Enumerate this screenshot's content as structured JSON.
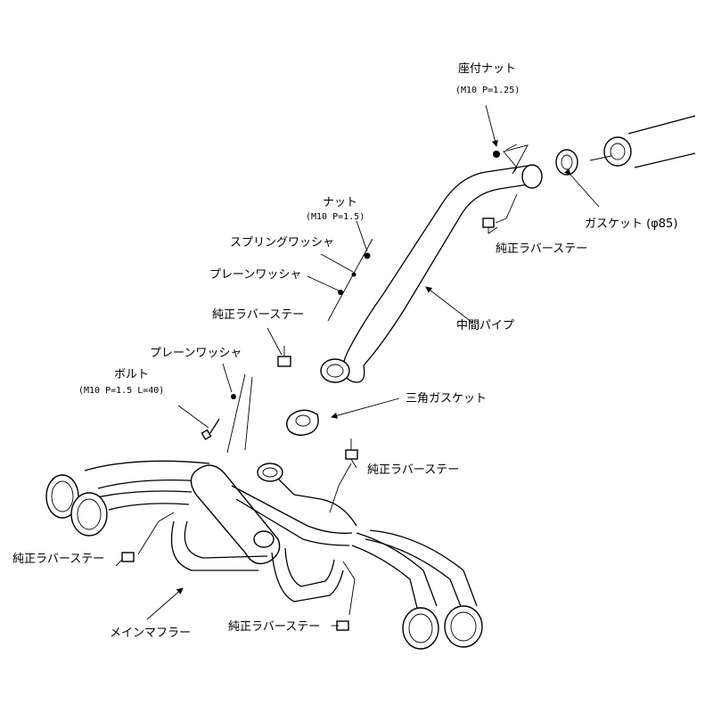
{
  "labels": {
    "seat_nut": "座付ナット",
    "seat_nut_spec": "(M10 P=1.25)",
    "nut": "ナット",
    "nut_spec": "(M10 P=1.5)",
    "spring_washer": "スプリングワッシャ",
    "plain_washer_top": "プレーンワッシャ",
    "rubber_stay_top": "純正ラバーステー",
    "plain_washer_mid": "プレーンワッシャ",
    "bolt": "ボルト",
    "bolt_spec": "(M10 P=1.5 L=40)",
    "gasket": "ガスケット (φ85)",
    "rubber_stay_right": "純正ラバーステー",
    "center_pipe": "中間パイプ",
    "tri_gasket": "三角ガスケット",
    "rubber_stay_mid_right": "純正ラバーステー",
    "rubber_stay_left": "純正ラバーステー",
    "main_muffler": "メインマフラー",
    "rubber_stay_bottom": "純正ラバーステー"
  }
}
